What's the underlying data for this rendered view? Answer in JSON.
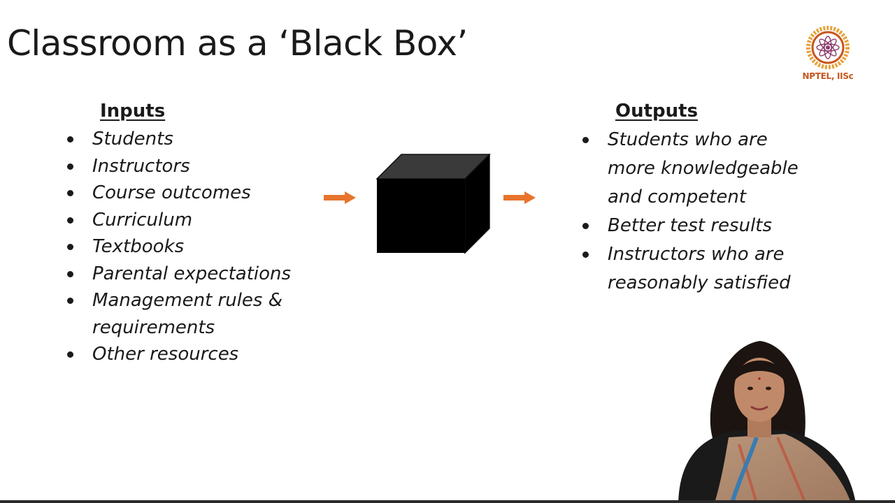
{
  "slide": {
    "title": "Classroom as a ‘Black Box’",
    "logo_label": "NPTEL, IISc"
  },
  "inputs": {
    "heading": "Inputs",
    "items": [
      "Students",
      "Instructors",
      "Course outcomes",
      "Curriculum",
      "Textbooks",
      "Parental expectations",
      "Management rules & requirements",
      "Other resources"
    ]
  },
  "outputs": {
    "heading": "Outputs",
    "items": [
      "Students who are more knowledgeable and competent",
      "Better test results",
      "Instructors who are reasonably satisfied"
    ]
  },
  "colors": {
    "arrow": "#e8742c",
    "box_front": "#000000",
    "box_top": "#3a3a3a",
    "logo_accent": "#c8561e"
  },
  "icons": {
    "arrow_in": "right-arrow-icon",
    "arrow_out": "right-arrow-icon",
    "box": "black-box-cube"
  }
}
